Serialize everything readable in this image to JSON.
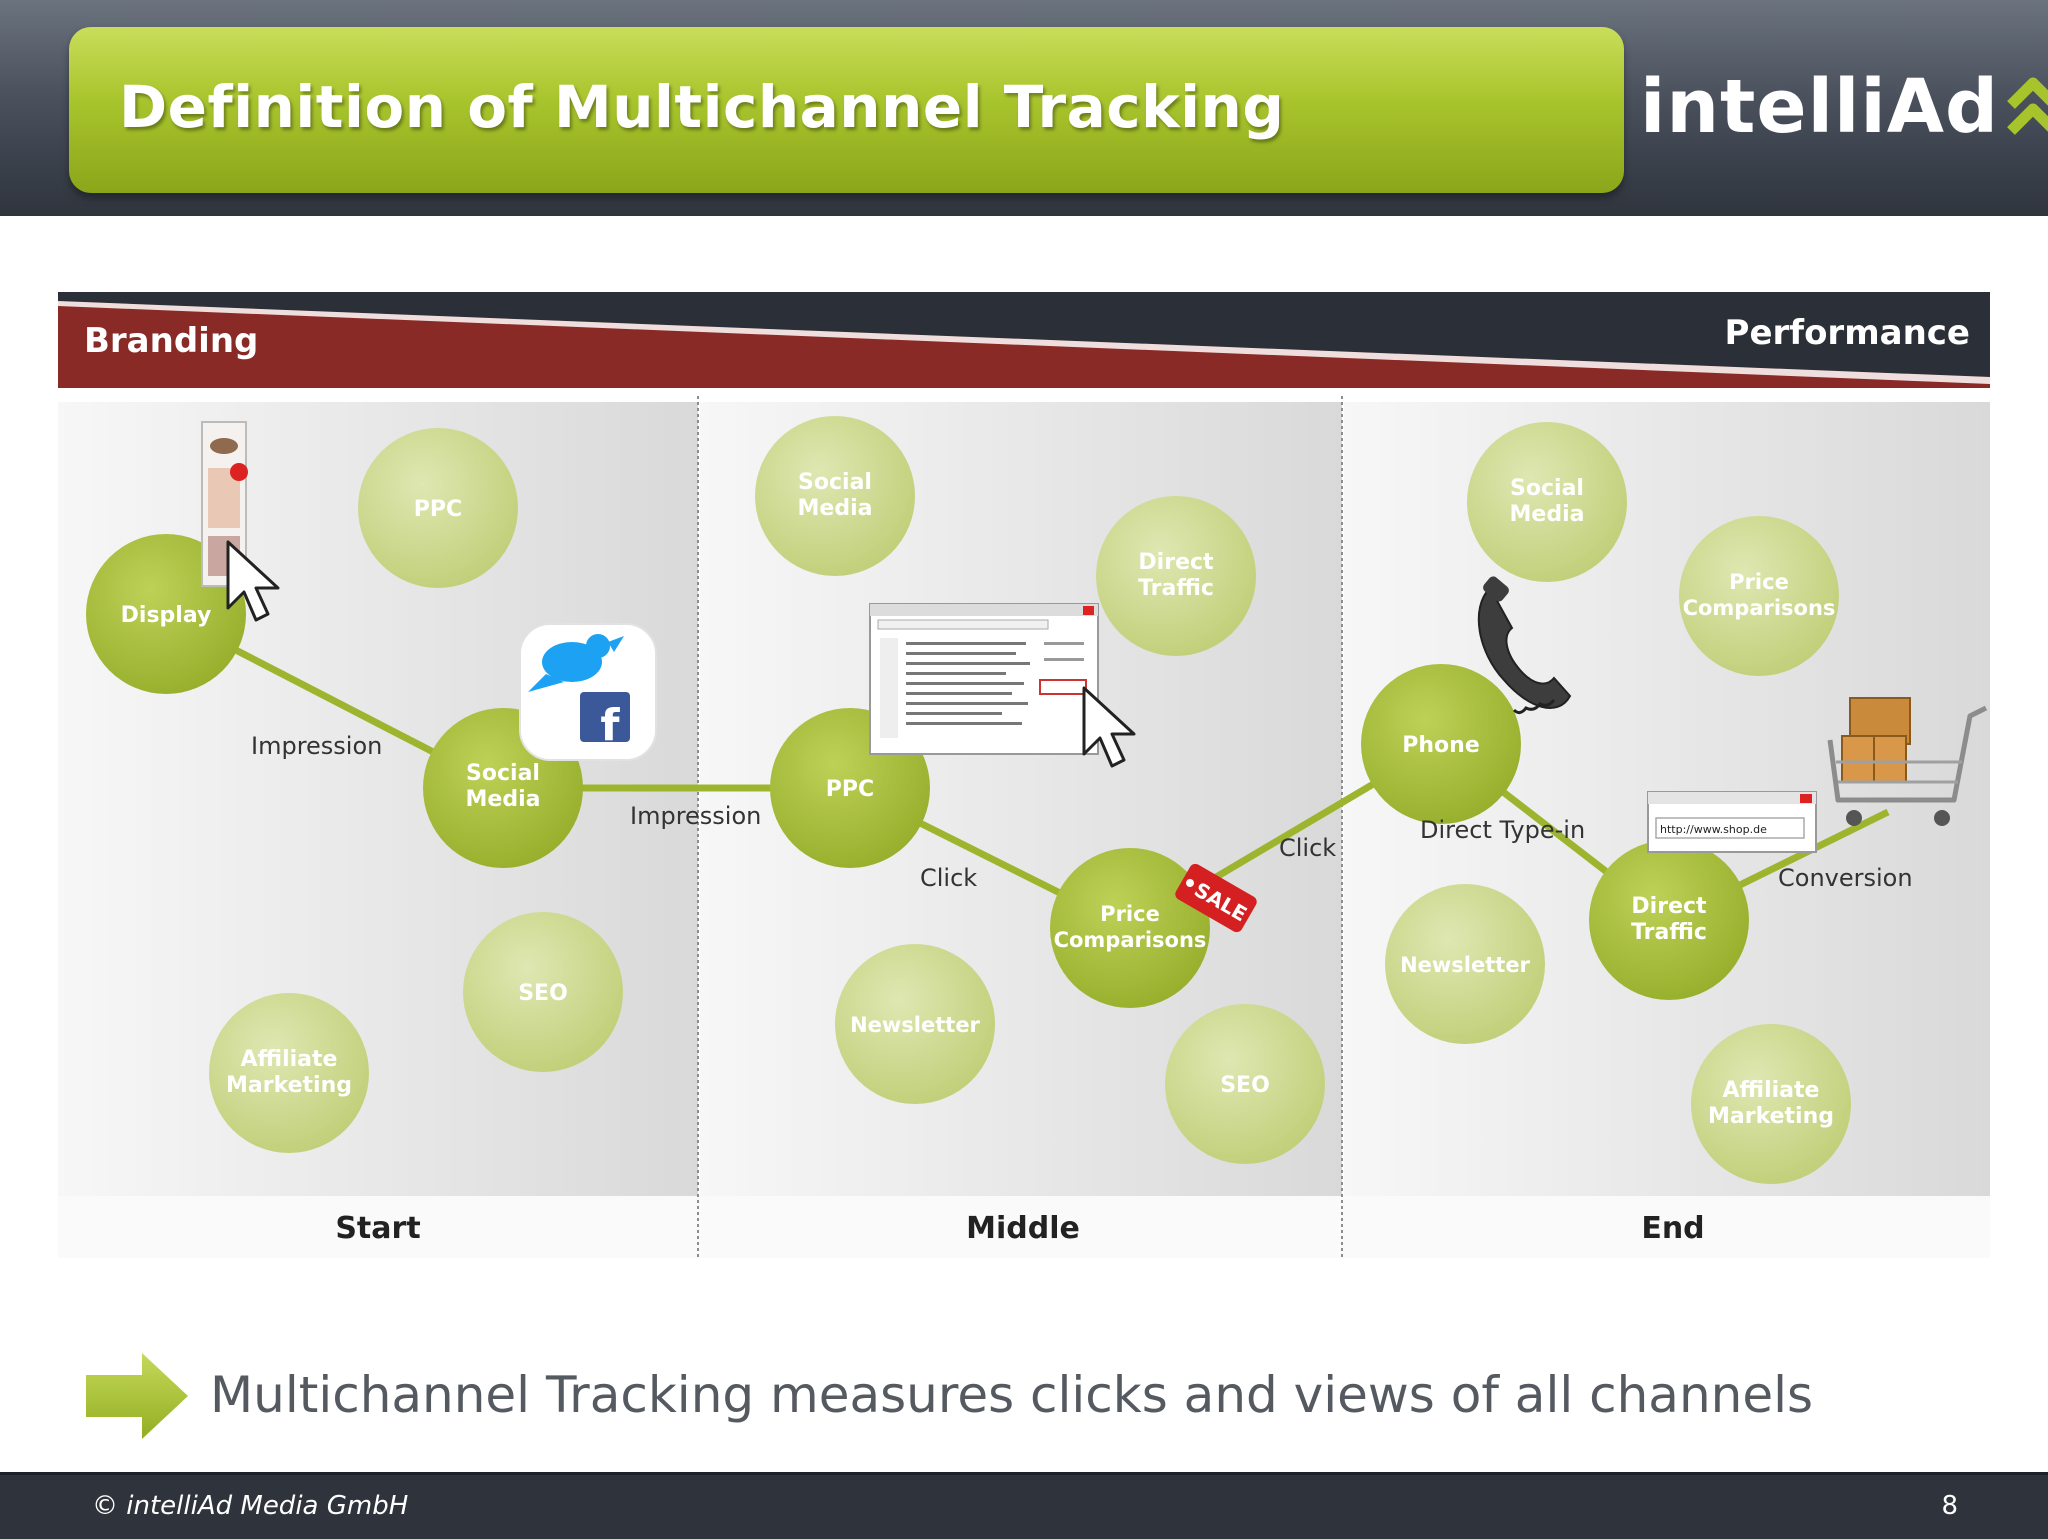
{
  "header": {
    "title": "Definition of Multichannel Tracking",
    "logo_text": "intelliAd",
    "logo_icon": "double-chevron-up-icon"
  },
  "diagram": {
    "left_label": "Branding",
    "right_label": "Performance",
    "sections": [
      {
        "label": "Start",
        "bubbles": {
          "display": "Display",
          "ppc": "PPC",
          "social": [
            "Social",
            "Media"
          ],
          "seo": "SEO",
          "affiliate": [
            "Affiliate",
            "Marketing"
          ]
        },
        "labels": {
          "impression_1": "Impression"
        }
      },
      {
        "label": "Middle",
        "bubbles": {
          "social": [
            "Social",
            "Media"
          ],
          "direct": [
            "Direct",
            "Traffic"
          ],
          "ppc": "PPC",
          "price": [
            "Price",
            "Comparisons"
          ],
          "newsletter": "Newsletter",
          "seo": "SEO"
        },
        "labels": {
          "impression_2": "Impression",
          "click_1": "Click",
          "click_2": "Click"
        }
      },
      {
        "label": "End",
        "bubbles": {
          "social": [
            "Social",
            "Media"
          ],
          "price": [
            "Price",
            "Comparisons"
          ],
          "phone": "Phone",
          "newsletter": "Newsletter",
          "direct": [
            "Direct",
            "Traffic"
          ],
          "affiliate": [
            "Affiliate",
            "Marketing"
          ]
        },
        "labels": {
          "direct_typein": "Direct Type-in",
          "conversion": "Conversion"
        }
      }
    ],
    "sale_tag": "SALE",
    "browser_url": "http://www.shop.de",
    "colors": {
      "active_bubble": "#a6bd3a",
      "inactive_bubble": "#d1dc98",
      "path_line": "#9db52e",
      "banner_red": "#8a2a26",
      "banner_dark": "#2b3038"
    }
  },
  "summary": {
    "arrow_icon": "right-arrow-icon",
    "text": "Multichannel Tracking measures clicks and views of all channels"
  },
  "footer": {
    "copyright": "© intelliAd Media GmbH",
    "page_number": "8"
  }
}
